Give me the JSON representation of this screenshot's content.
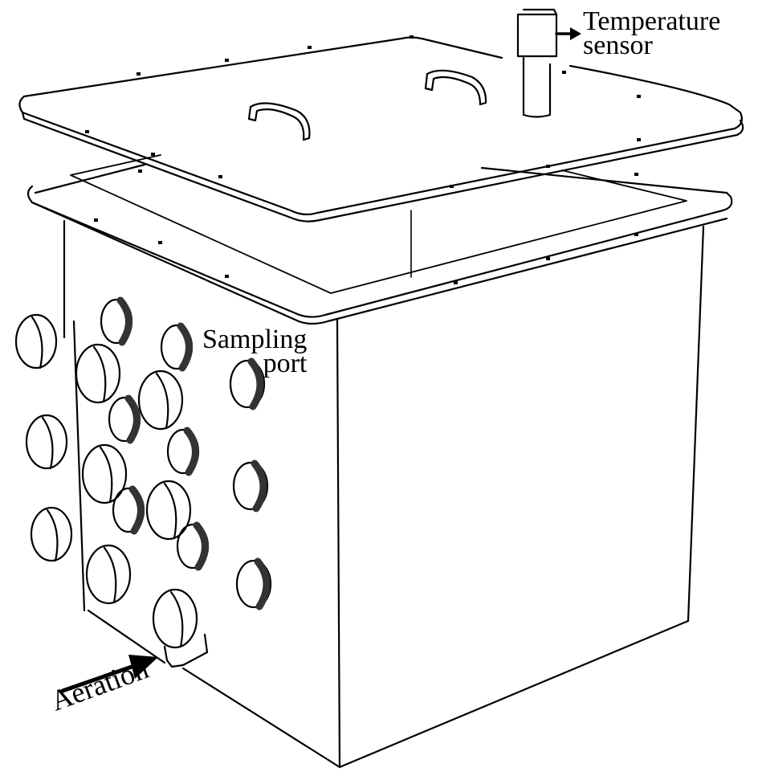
{
  "figure": {
    "description": "Exploded isometric line drawing of a square aerated reactor box with removable lid, flange, side ports",
    "labels": {
      "temperature_sensor": [
        "Temperature",
        "sensor"
      ],
      "sampling_port": [
        "Sampling",
        "port"
      ],
      "aeration": "Aeration"
    },
    "components": [
      "lid",
      "lid-handle",
      "lid-handle",
      "temperature-sensor",
      "top-flange",
      "box-body",
      "ports",
      "sampling-ports",
      "aeration-inlet"
    ],
    "colors": {
      "line": "#000000",
      "background": "#ffffff"
    }
  }
}
